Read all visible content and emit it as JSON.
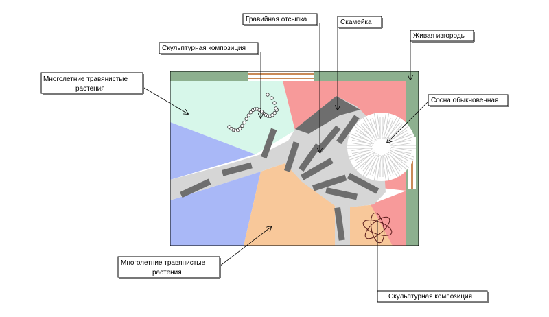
{
  "labels": {
    "gravel": "Гравийная отсыпка",
    "bench": "Скамейка",
    "hedge": "Живая изгородь",
    "sculpture_top": "Скульптурная композиция",
    "perennials_top_line1": "Многолетние травянистые",
    "perennials_top_line2": "растения",
    "pine": "Сосна обыкновенная",
    "perennials_bottom_line1": "Многолетние травянистые",
    "perennials_bottom_line2": "растения",
    "sculpture_bottom": "Скульптурная композиция"
  },
  "colors": {
    "hedge": "#8db08f",
    "mint_bed": "#d7f7ea",
    "pink_bed": "#f79a9a",
    "blue_bed": "#a9b8f7",
    "peach_bed": "#f8c89a",
    "gravel": "#d6d6d6",
    "paving_slab": "#6e6e6e",
    "bench_wood": "#c98a57"
  }
}
